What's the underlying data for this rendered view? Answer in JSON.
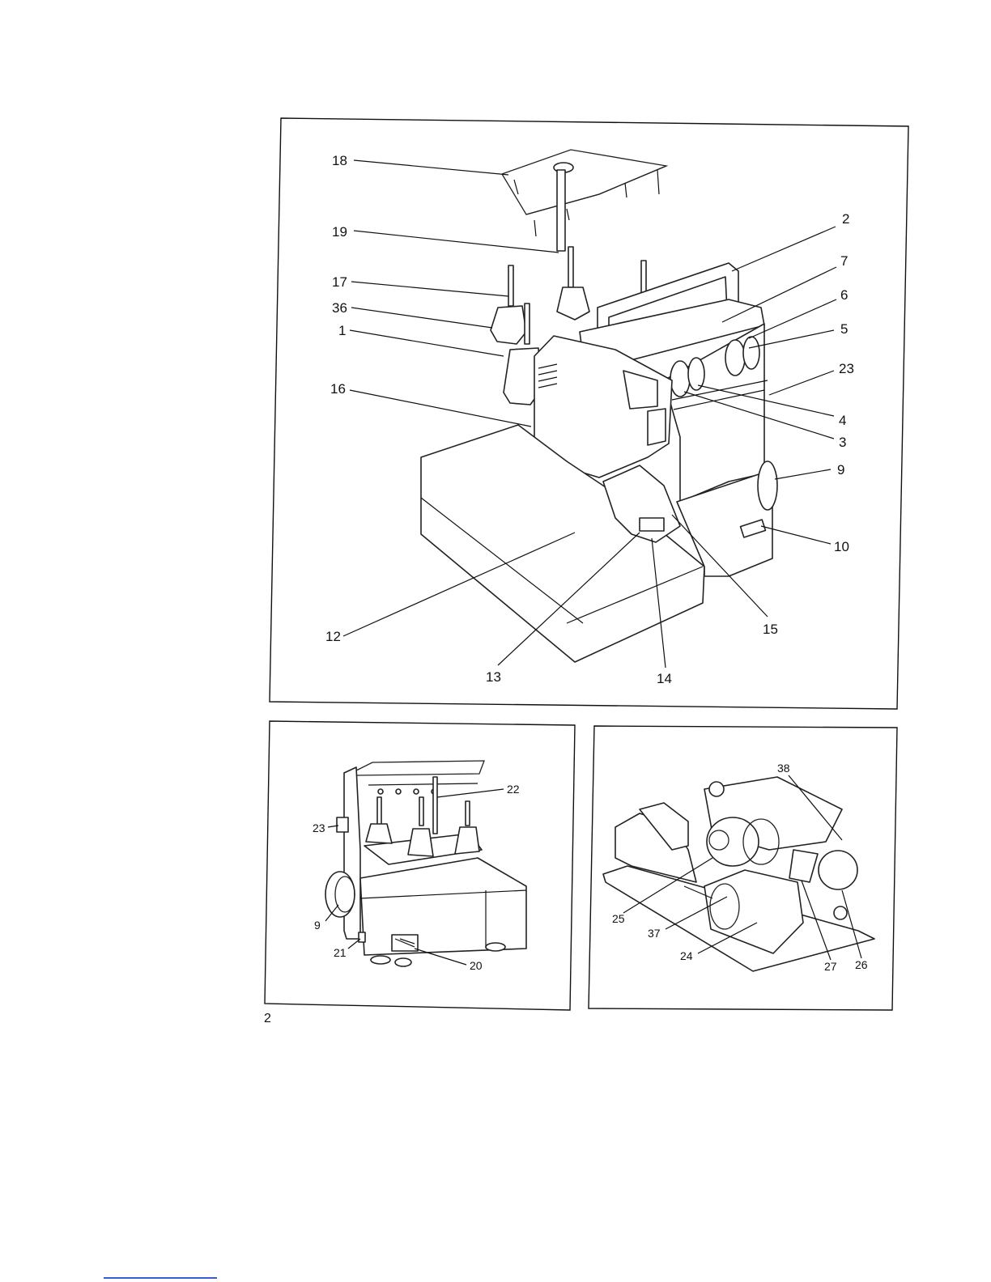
{
  "page_number": "2",
  "main_figure": {
    "labels": [
      "18",
      "19",
      "17",
      "36",
      "1",
      "16",
      "2",
      "7",
      "6",
      "5",
      "23",
      "4",
      "3",
      "9",
      "10",
      "15",
      "12",
      "13",
      "14"
    ]
  },
  "rear_figure": {
    "labels": [
      "22",
      "23",
      "9",
      "21",
      "20"
    ]
  },
  "inner_figure": {
    "labels": [
      "38",
      "25",
      "37",
      "24",
      "27",
      "26"
    ]
  },
  "colors": {
    "ink": "#111111",
    "rule": "#3b5bd6"
  }
}
